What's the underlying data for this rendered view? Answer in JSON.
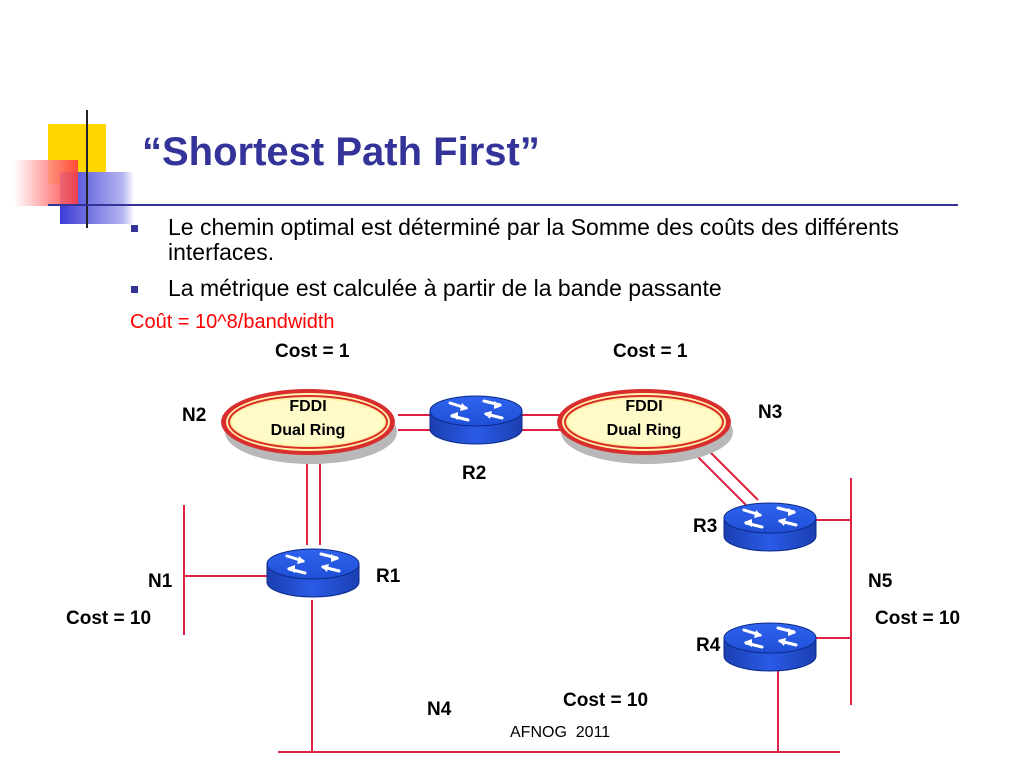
{
  "slide": {
    "title": "“Shortest Path First”",
    "bullets": [
      "Le chemin optimal est déterminé par la Somme des coûts des différents interfaces.",
      "La métrique est calculée à partir de la bande passante"
    ],
    "formula": "Coût = 10^8/bandwidth",
    "footer": "AFNOG  2011"
  },
  "diagram": {
    "rings": [
      {
        "id": "ring-n2",
        "line1": "FDDI",
        "line2": "Dual Ring",
        "network": "N2",
        "cost": "Cost = 1"
      },
      {
        "id": "ring-n3",
        "line1": "FDDI",
        "line2": "Dual Ring",
        "network": "N3",
        "cost": "Cost = 1"
      }
    ],
    "routers": [
      "R1",
      "R2",
      "R3",
      "R4"
    ],
    "networks": {
      "n1": {
        "name": "N1",
        "cost": "Cost = 10"
      },
      "n4": {
        "name": "N4",
        "cost": "Cost = 10"
      },
      "n5": {
        "name": "N5",
        "cost": "Cost = 10"
      }
    }
  },
  "colors": {
    "title": "#333399",
    "formula": "#ff0000",
    "link": "#dd2244",
    "router_blue": "#1f4fd6",
    "ring_fill": "#fffbc8",
    "ring_border": "#d92e2e"
  }
}
